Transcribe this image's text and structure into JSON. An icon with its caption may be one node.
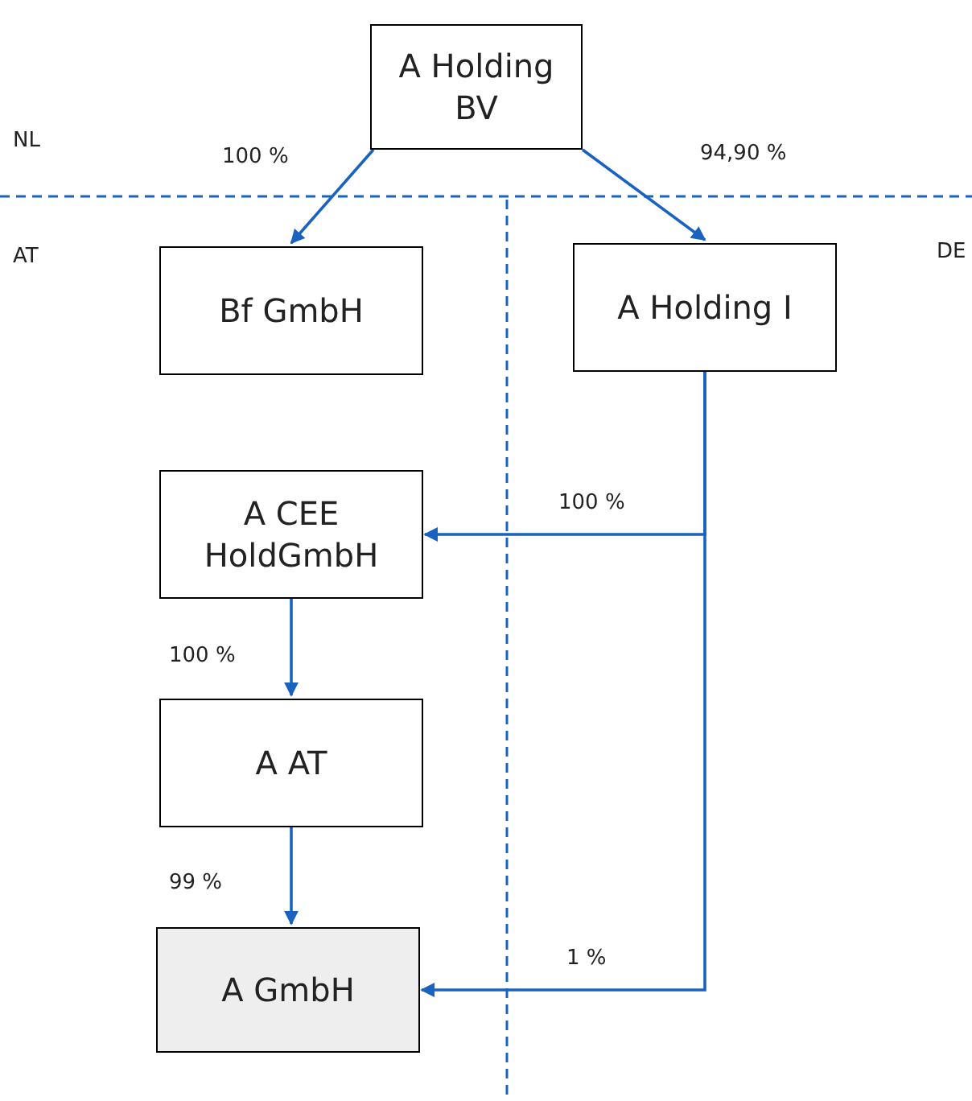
{
  "diagram": {
    "nodes": [
      {
        "text": [
          "A Holding BV"
        ]
      },
      {
        "text": [
          "Bf GmbH"
        ]
      },
      {
        "text": [
          "A Holding I"
        ]
      },
      {
        "text": [
          "A CEE HoldGmbH"
        ]
      },
      {
        "text": [
          "A AT"
        ]
      },
      {
        "text": [
          "A GmbH"
        ]
      }
    ],
    "edges": [
      {
        "from": 0,
        "to": 1,
        "arrow": "to",
        "label": "100 %"
      },
      {
        "from": 0,
        "to": 2,
        "arrow": "to",
        "label": "94,90 %"
      },
      {
        "from": 2,
        "to": 3,
        "arrow": "to",
        "label": "100 %"
      },
      {
        "from": 3,
        "to": 4,
        "arrow": "to",
        "label": "100 %"
      },
      {
        "from": 4,
        "to": 5,
        "arrow": "to",
        "label": "99 %"
      },
      {
        "from": 2,
        "to": 5,
        "arrow": "to",
        "label": "1 %"
      }
    ],
    "labels": [
      "NL",
      "AT",
      "DE"
    ]
  }
}
